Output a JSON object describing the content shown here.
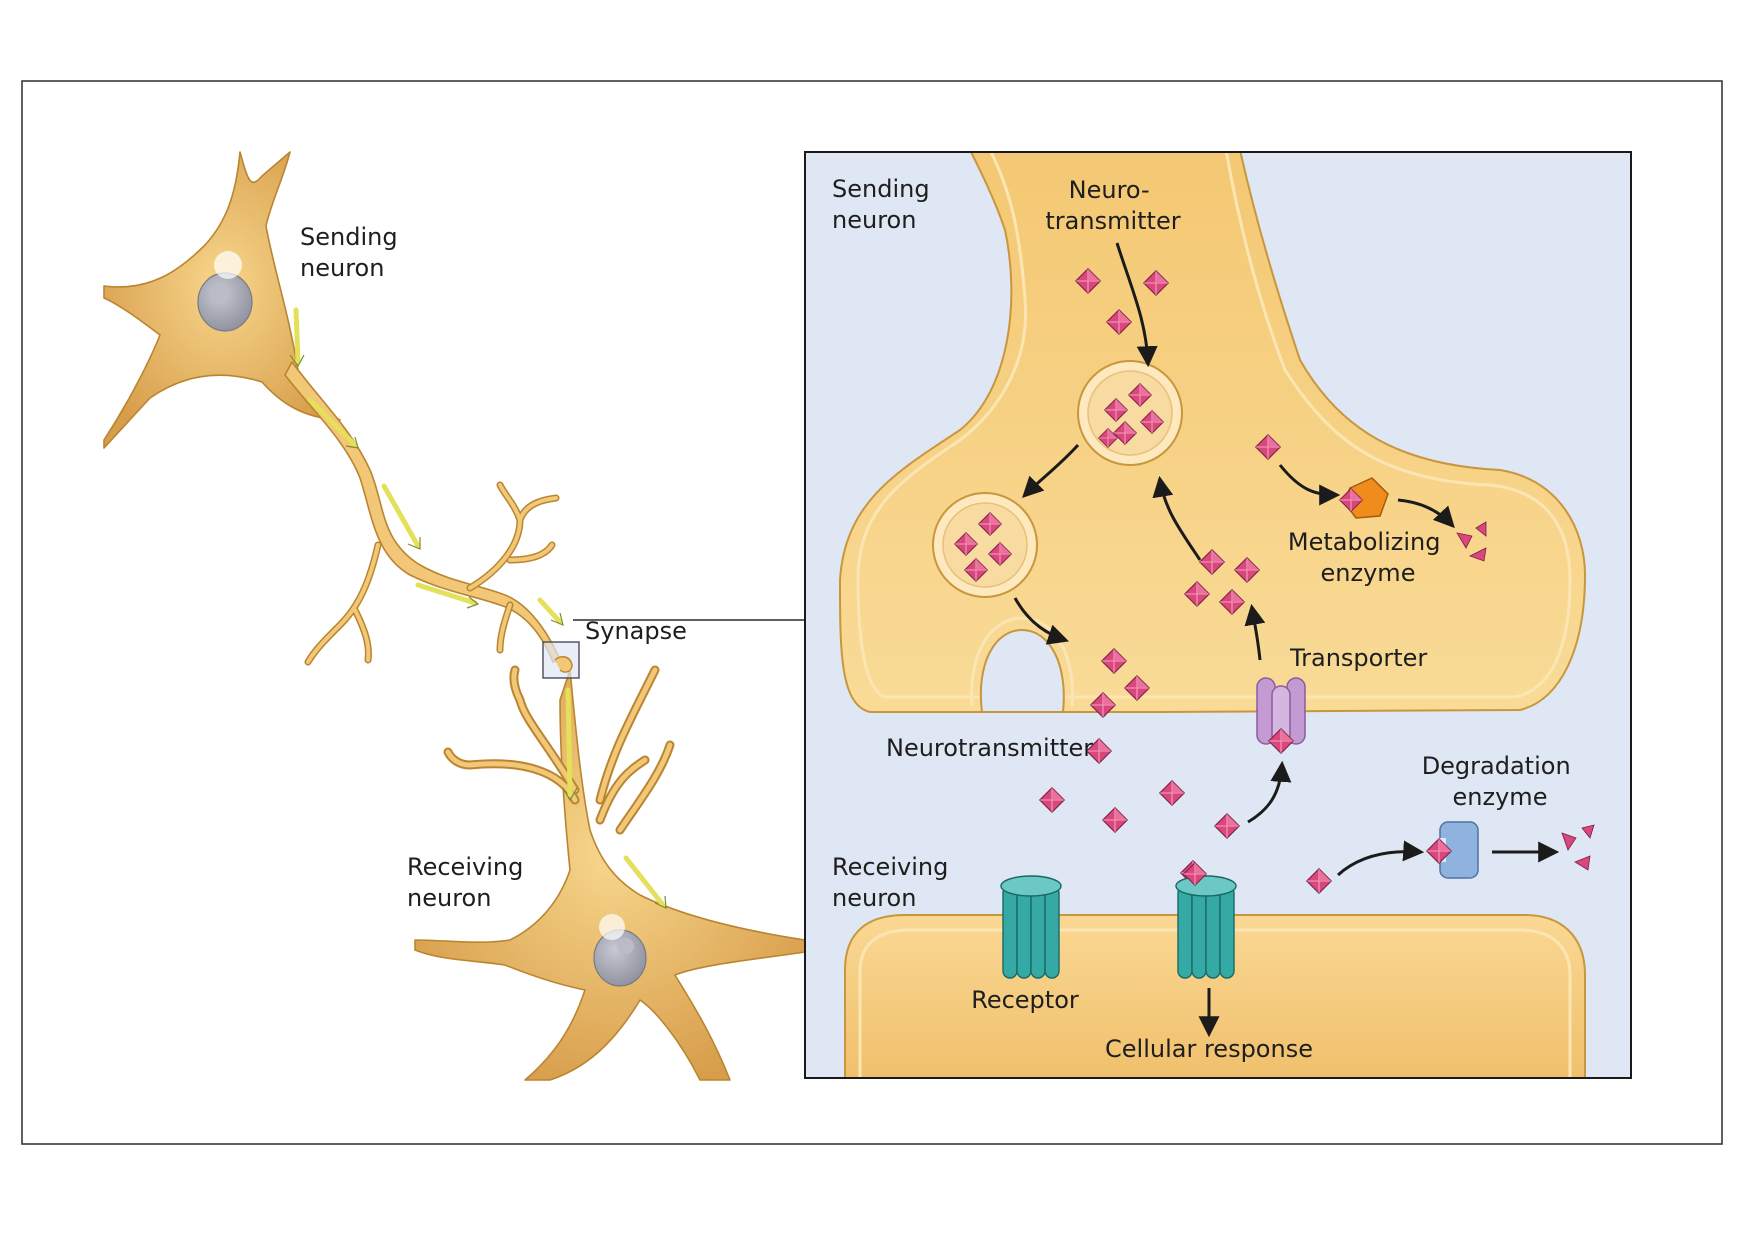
{
  "overview": {
    "sending_neuron": [
      "Sending",
      "neuron"
    ],
    "receiving_neuron": [
      "Receiving",
      "neuron"
    ],
    "synapse": "Synapse"
  },
  "detail": {
    "sending_neuron": [
      "Sending",
      "neuron"
    ],
    "receiving_neuron": [
      "Receiving",
      "neuron"
    ],
    "neurotransmitter_top": [
      "Neuro-",
      "transmitter"
    ],
    "neurotransmitter_cleft": "Neurotransmitter",
    "metabolizing_enzyme": [
      "Metabolizing",
      "enzyme"
    ],
    "transporter": "Transporter",
    "degradation_enzyme": [
      "Degradation",
      "enzyme"
    ],
    "receptor": "Receptor",
    "cellular_response": "Cellular response"
  },
  "colors": {
    "cell_fill": "#f6cf7b",
    "cell_edge": "#b98530",
    "cleft_bg": "#dfe6f4",
    "transmitter": "#d9477c",
    "receptor": "#35aaa4",
    "transporter": "#c39ad2",
    "metabolizing_enzyme": "#f08c1c",
    "degradation_enzyme": "#8fb2de",
    "flow_arrow": "#e9e66a",
    "nucleus": "#a6a8b4"
  },
  "icons": [
    "neurotransmitter-molecule-icon",
    "vesicle-icon",
    "receptor-channel-icon",
    "transporter-icon",
    "metabolizing-enzyme-icon",
    "degradation-enzyme-icon",
    "flow-arrow-icon"
  ]
}
